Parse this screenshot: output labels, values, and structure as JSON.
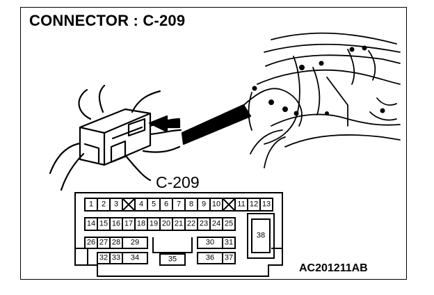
{
  "title": "CONNECTOR : C-209",
  "connector_label": "C-209",
  "figure_id": "AC201211AB",
  "pins": {
    "p1": "1",
    "p2": "2",
    "p3": "3",
    "p4": "4",
    "p5": "5",
    "p6": "6",
    "p7": "7",
    "p8": "8",
    "p9": "9",
    "p10": "10",
    "p11": "11",
    "p12": "12",
    "p13": "13",
    "p14": "14",
    "p15": "15",
    "p16": "16",
    "p17": "17",
    "p18": "18",
    "p19": "19",
    "p20": "20",
    "p21": "21",
    "p22": "22",
    "p23": "23",
    "p24": "24",
    "p25": "25",
    "p26": "26",
    "p27": "27",
    "p28": "28",
    "p29": "29",
    "p30": "30",
    "p31": "31",
    "p32": "32",
    "p33": "33",
    "p34": "34",
    "p35": "35",
    "p36": "36",
    "p37": "37",
    "p38": "38"
  }
}
